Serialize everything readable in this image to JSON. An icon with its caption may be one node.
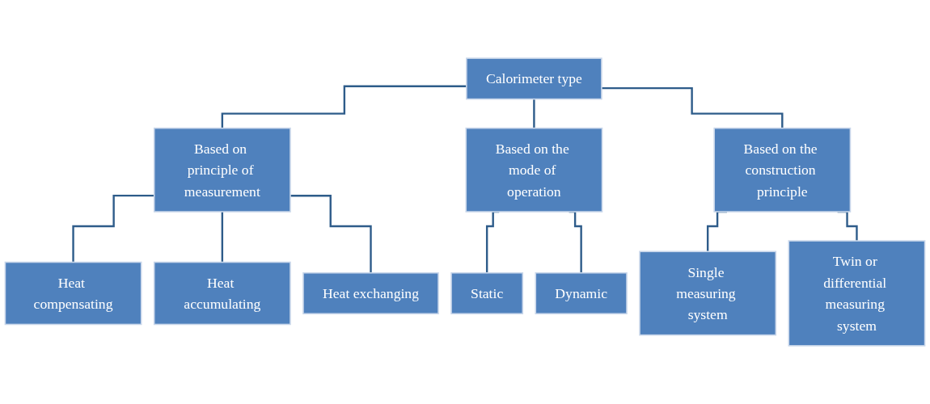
{
  "diagram": {
    "nodes": [
      {
        "text": [
          "Calorimeter type"
        ]
      },
      {
        "text": [
          "Based on principle of measurement"
        ]
      },
      {
        "text": [
          "Based on the mode of operation"
        ]
      },
      {
        "text": [
          "Based on the construction principle"
        ]
      },
      {
        "text": [
          "Heat compensating"
        ]
      },
      {
        "text": [
          "Heat accumulating"
        ]
      },
      {
        "text": [
          "Heat exchanging"
        ]
      },
      {
        "text": [
          "Static"
        ]
      },
      {
        "text": [
          "Dynamic"
        ]
      },
      {
        "text": [
          "Single measuring system"
        ]
      },
      {
        "text": [
          "Twin or differential measuring system"
        ]
      }
    ],
    "edges": [
      {
        "from": 0,
        "to": 1,
        "arrow": "none"
      },
      {
        "from": 0,
        "to": 2,
        "arrow": "none"
      },
      {
        "from": 0,
        "to": 3,
        "arrow": "none"
      },
      {
        "from": 1,
        "to": 4,
        "arrow": "none"
      },
      {
        "from": 1,
        "to": 5,
        "arrow": "none"
      },
      {
        "from": 1,
        "to": 6,
        "arrow": "none"
      },
      {
        "from": 2,
        "to": 7,
        "arrow": "none"
      },
      {
        "from": 2,
        "to": 8,
        "arrow": "none"
      },
      {
        "from": 3,
        "to": 9,
        "arrow": "none"
      },
      {
        "from": 3,
        "to": 10,
        "arrow": "none"
      }
    ]
  }
}
